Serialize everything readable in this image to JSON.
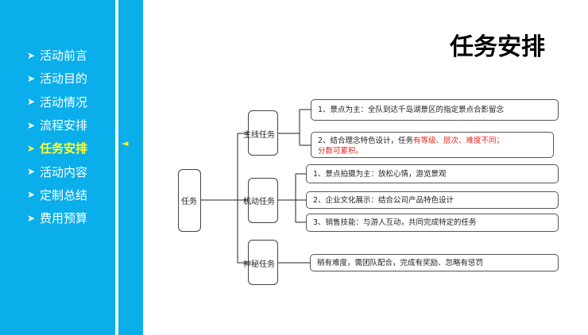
{
  "sidebar": {
    "items": [
      {
        "label": "活动前言"
      },
      {
        "label": "活动目的"
      },
      {
        "label": "活动情况"
      },
      {
        "label": "流程安排"
      },
      {
        "label": "任务安排",
        "active": true
      },
      {
        "label": "活动内容"
      },
      {
        "label": "定制总结"
      },
      {
        "label": "费用预算"
      }
    ],
    "arrow": "➤",
    "marker": "◄"
  },
  "page": {
    "title": "任务安排"
  },
  "tree": {
    "root": "任务",
    "branches": [
      {
        "label": "主线任务",
        "items": [
          {
            "text": "1、景点为主：全队到达千岛湖景区的指定景点合影留念"
          },
          {
            "text": "2、结合理念特色设计，任务",
            "red": "有等级、层次、难度不同；",
            "red2": "分数可累积。"
          }
        ]
      },
      {
        "label": "机动任务",
        "items": [
          {
            "text": "1、景点拍摄为主：放松心情，游览景观"
          },
          {
            "text": "2、企业文化展示：结合公司产品特色设计"
          },
          {
            "text": "3、销售技能：与游人互动，共同完成特定的任务"
          }
        ]
      },
      {
        "label": "神秘任务",
        "items": [
          {
            "text": "稍有难度，需团队配合，完成有奖励、忽略有惩罚"
          }
        ]
      }
    ]
  },
  "colors": {
    "sidebar": "#0aaeeb",
    "active": "#ffff33",
    "highlight": "#e8231c"
  }
}
